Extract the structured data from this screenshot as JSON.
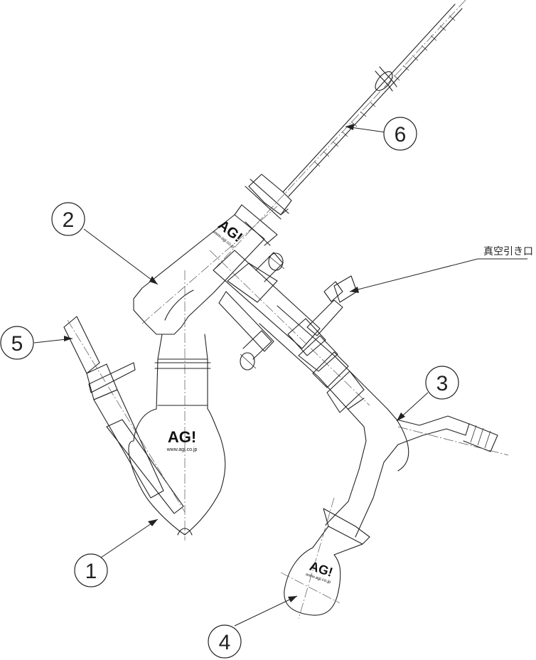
{
  "callouts": [
    {
      "id": "1",
      "number": "1"
    },
    {
      "id": "2",
      "number": "2"
    },
    {
      "id": "3",
      "number": "3"
    },
    {
      "id": "4",
      "number": "4"
    },
    {
      "id": "5",
      "number": "5"
    },
    {
      "id": "6",
      "number": "6"
    }
  ],
  "vacuum_port_label": "真空引き口",
  "logos": [
    {
      "text": "AG!",
      "url": "www.agi.co.jp"
    },
    {
      "text": "AG!",
      "url": "www.agi.co.jp"
    },
    {
      "text": "AG!",
      "url": "www.agi.co.jp"
    }
  ]
}
